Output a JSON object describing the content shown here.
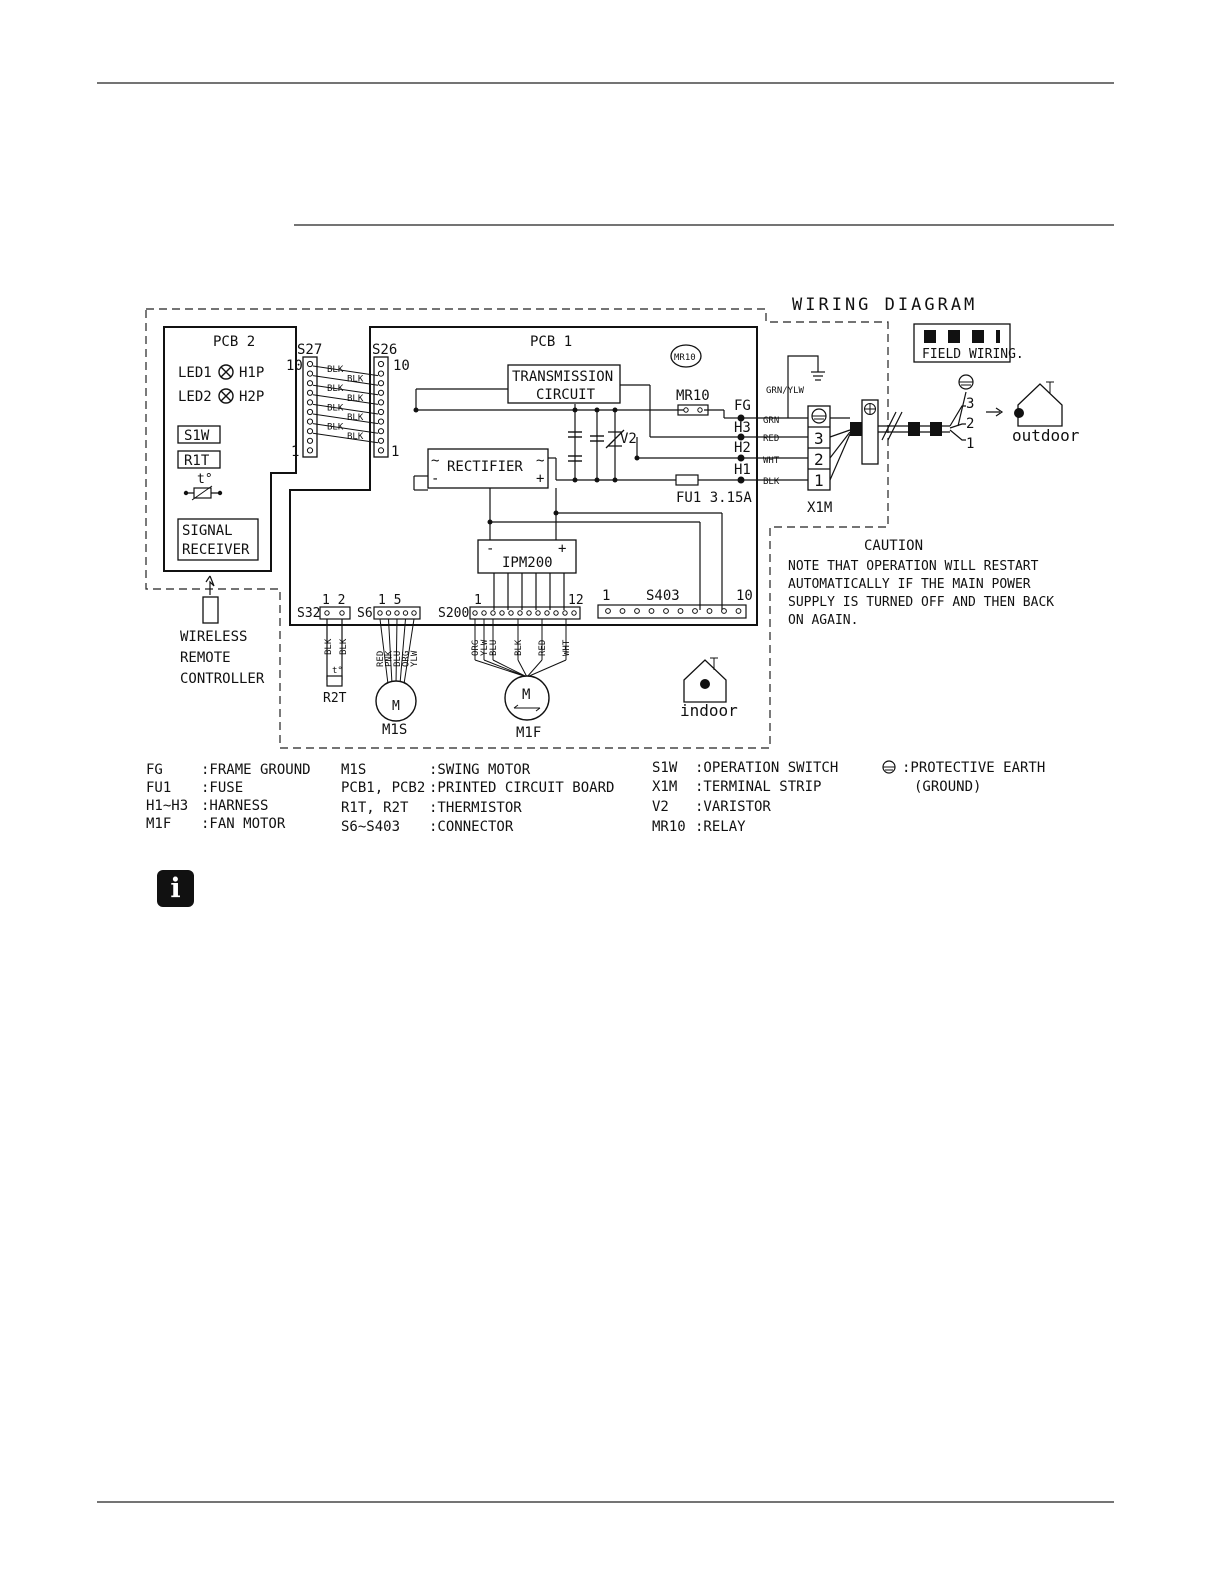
{
  "title": "WIRING DIAGRAM",
  "field_wiring": "FIELD WIRING.",
  "pcb2": {
    "label": "PCB 2",
    "led1": "LED1",
    "h1p": "H1P",
    "led2": "LED2",
    "h2p": "H2P",
    "s1w": "S1W",
    "r1t": "R1T",
    "t_symbol": "t°",
    "signal_receiver_1": "SIGNAL",
    "signal_receiver_2": "RECEIVER"
  },
  "s27": {
    "label": "S27",
    "pin_top": "10",
    "pin_bottom": "1"
  },
  "s26": {
    "label": "S26",
    "pin_top": "10",
    "pin_bottom": "1"
  },
  "blk": "BLK",
  "pcb1": {
    "label": "PCB 1",
    "mr10_badge": "MR10",
    "transmission_1": "TRANSMISSION",
    "transmission_2": "CIRCUIT",
    "mr10": "MR10",
    "v2": "V2",
    "rectifier": "RECTIFIER",
    "rect_tilde": "~",
    "rect_minus": "-",
    "rect_plus": "+",
    "fu1": "FU1  3.15A",
    "ipm": "IPM200",
    "ipm_minus": "-",
    "ipm_plus": "+",
    "fg": "FG",
    "h3": "H3",
    "h2": "H2",
    "h1": "H1",
    "s403": "S403",
    "s403_left": "1",
    "s403_right": "10",
    "s200": "S200",
    "s200_left": "1",
    "s200_right": "12",
    "s32": "S32",
    "s32_pins": "1   2",
    "s6": "S6",
    "s6_pins": "1    5"
  },
  "wires_right": {
    "grn_ylw": "GRN/YLW",
    "grn": "GRN",
    "red": "RED",
    "wht": "WHT",
    "blk": "BLK"
  },
  "x1m": {
    "label": "X1M",
    "t3": "3",
    "t2": "2",
    "t1": "1"
  },
  "outdoor": {
    "label": "outdoor",
    "t3": "3",
    "t2": "2",
    "t1": "1"
  },
  "indoor": {
    "label": "indoor"
  },
  "remote": {
    "line1": "WIRELESS",
    "line2": "REMOTE",
    "line3": "CONTROLLER"
  },
  "r2t": {
    "label": "R2T",
    "wire1": "BLK",
    "wire2": "BLK",
    "t_symbol": "t°"
  },
  "m1s": {
    "label": "M1S",
    "wires": [
      "RED",
      "PNK",
      "BLU",
      "ORG",
      "YLW"
    ]
  },
  "m1f": {
    "label": "M1F",
    "wires": [
      "ORG",
      "YLW",
      "BLU",
      "BLK",
      "RED",
      "WHT"
    ]
  },
  "motor_m": "M",
  "caution": {
    "title": "CAUTION",
    "lines": [
      "NOTE THAT OPERATION WILL RESTART",
      "AUTOMATICALLY IF THE MAIN POWER",
      "SUPPLY IS TURNED OFF AND THEN BACK",
      "ON AGAIN."
    ]
  },
  "legend": {
    "col1": [
      [
        "FG",
        ":FRAME GROUND"
      ],
      [
        "FU1",
        ":FUSE"
      ],
      [
        "H1~H3",
        ":HARNESS"
      ],
      [
        "M1F",
        ":FAN MOTOR"
      ]
    ],
    "col2": [
      [
        "M1S",
        ":SWING MOTOR"
      ],
      [
        "PCB1, PCB2",
        ":PRINTED CIRCUIT BOARD"
      ],
      [
        "R1T, R2T",
        ":THERMISTOR"
      ],
      [
        "S6~S403",
        ":CONNECTOR"
      ]
    ],
    "col3": [
      [
        "S1W",
        ":OPERATION SWITCH"
      ],
      [
        "X1M",
        ":TERMINAL STRIP"
      ],
      [
        "V2",
        ":VARISTOR"
      ],
      [
        "MR10",
        ":RELAY"
      ]
    ],
    "earth_1": ":PROTECTIVE EARTH",
    "earth_2": "(GROUND)"
  },
  "info_icon": "i"
}
